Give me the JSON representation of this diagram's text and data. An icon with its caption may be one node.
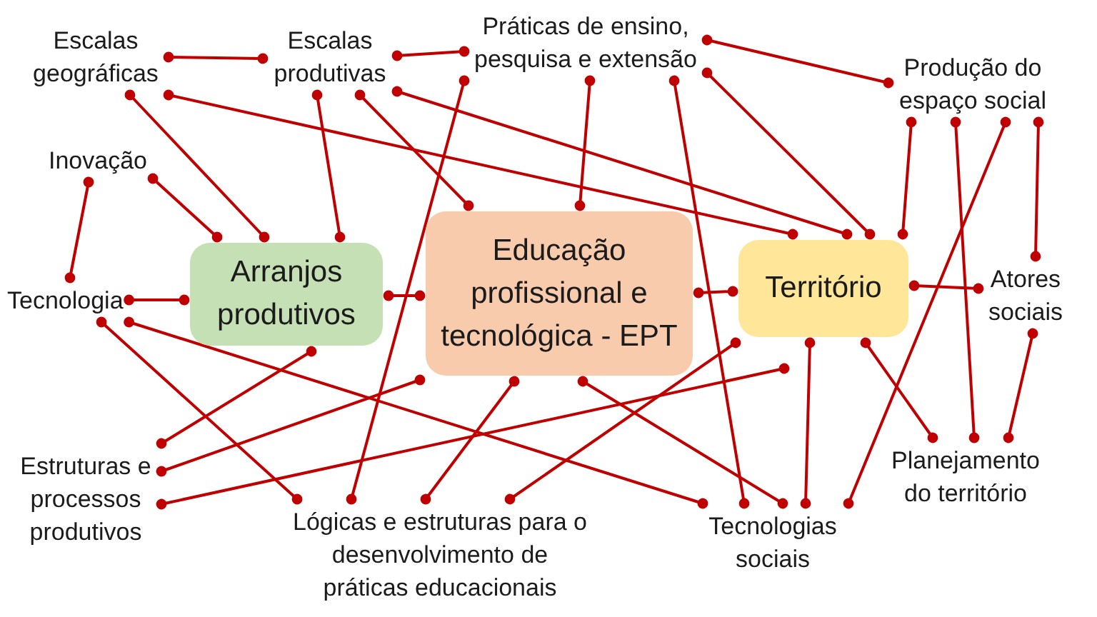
{
  "diagram": {
    "nodes": [
      {
        "text": [
          "Escalas geográficas"
        ]
      },
      {
        "text": [
          "Escalas produtivas"
        ]
      },
      {
        "text": [
          "Práticas de ensino, pesquisa e extensão"
        ]
      },
      {
        "text": [
          "Produção do espaço social"
        ]
      },
      {
        "text": [
          "Inovação"
        ]
      },
      {
        "text": [
          "Arranjos produtivos"
        ]
      },
      {
        "text": [
          "Educação profissional e tecnológica - EPT"
        ]
      },
      {
        "text": [
          "Território"
        ]
      },
      {
        "text": [
          "Tecnologia"
        ]
      },
      {
        "text": [
          "Atores sociais"
        ]
      },
      {
        "text": [
          "Estruturas e processos produtivos"
        ]
      },
      {
        "text": [
          "Lógicas e estruturas para o desenvolvimento de práticas educacionais"
        ]
      },
      {
        "text": [
          "Tecnologias sociais"
        ]
      },
      {
        "text": [
          "Planejamento do território"
        ]
      }
    ],
    "edges": [
      {
        "from": 0,
        "to": 1,
        "arrow": "other"
      },
      {
        "from": 0,
        "to": 5,
        "arrow": "other"
      },
      {
        "from": 0,
        "to": 7,
        "arrow": "other"
      },
      {
        "from": 1,
        "to": 2,
        "arrow": "other"
      },
      {
        "from": 1,
        "to": 5,
        "arrow": "other"
      },
      {
        "from": 1,
        "to": 6,
        "arrow": "other"
      },
      {
        "from": 1,
        "to": 7,
        "arrow": "other"
      },
      {
        "from": 2,
        "to": 6,
        "arrow": "other"
      },
      {
        "from": 2,
        "to": 7,
        "arrow": "other"
      },
      {
        "from": 2,
        "to": 3,
        "arrow": "other"
      },
      {
        "from": 2,
        "to": 11,
        "arrow": "other"
      },
      {
        "from": 2,
        "to": 12,
        "arrow": "other"
      },
      {
        "from": 3,
        "to": 7,
        "arrow": "other"
      },
      {
        "from": 3,
        "to": 9,
        "arrow": "other"
      },
      {
        "from": 3,
        "to": 13,
        "arrow": "other"
      },
      {
        "from": 3,
        "to": 12,
        "arrow": "other"
      },
      {
        "from": 4,
        "to": 5,
        "arrow": "other"
      },
      {
        "from": 4,
        "to": 8,
        "arrow": "other"
      },
      {
        "from": 8,
        "to": 5,
        "arrow": "other"
      },
      {
        "from": 5,
        "to": 6,
        "arrow": "other"
      },
      {
        "from": 6,
        "to": 7,
        "arrow": "other"
      },
      {
        "from": 7,
        "to": 9,
        "arrow": "other"
      },
      {
        "from": 9,
        "to": 13,
        "arrow": "other"
      },
      {
        "from": 7,
        "to": 13,
        "arrow": "other"
      },
      {
        "from": 7,
        "to": 12,
        "arrow": "other"
      },
      {
        "from": 7,
        "to": 10,
        "arrow": "other"
      },
      {
        "from": 7,
        "to": 11,
        "arrow": "other"
      },
      {
        "from": 5,
        "to": 10,
        "arrow": "other"
      },
      {
        "from": 6,
        "to": 10,
        "arrow": "other"
      },
      {
        "from": 8,
        "to": 11,
        "arrow": "other"
      },
      {
        "from": 8,
        "to": 12,
        "arrow": "other"
      },
      {
        "from": 6,
        "to": 11,
        "arrow": "other"
      },
      {
        "from": 6,
        "to": 12,
        "arrow": "other"
      }
    ]
  }
}
